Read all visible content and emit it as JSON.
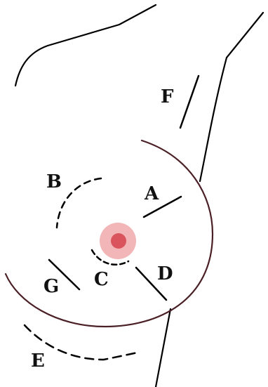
{
  "diagram": {
    "labels": {
      "a": "A",
      "b": "B",
      "c": "C",
      "d": "D",
      "e": "E",
      "f": "F",
      "g": "G"
    },
    "colors": {
      "outline": "#000000",
      "breast_outline": "#4a2026",
      "incision": "#000000",
      "areola": "#f2b6b8",
      "nipple": "#d9545c"
    }
  }
}
